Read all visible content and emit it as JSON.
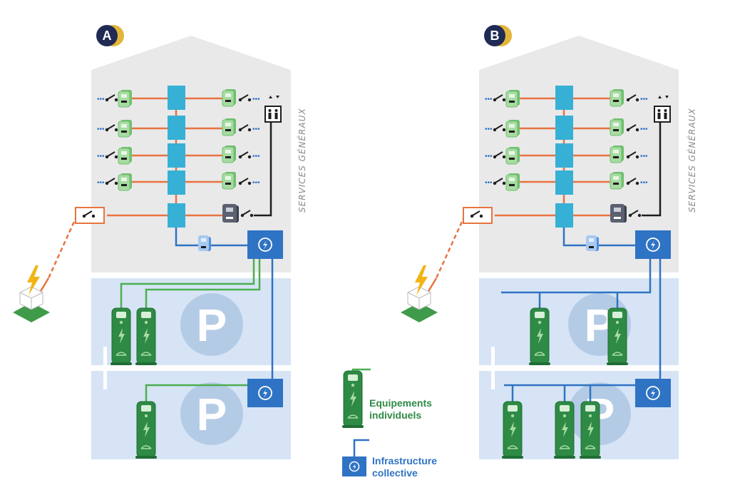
{
  "diagrams": [
    {
      "id": "A",
      "badge": "A",
      "side_label": "SERVICES GÉNÉRAUX",
      "parking_symbol": "P"
    },
    {
      "id": "B",
      "badge": "B",
      "side_label": "SERVICES GÉNÉRAUX",
      "parking_symbol": "P"
    }
  ],
  "legend": {
    "individual": {
      "line1": "Equipements",
      "line2": "individuels"
    },
    "collective": {
      "line1": "Infrastructure",
      "line2": "collective"
    }
  },
  "colors": {
    "building_fill": "#e9e9ea",
    "parking_fill": "#d6e4f5",
    "orange_line": "#e8733f",
    "blue_line": "#2f73c4",
    "green_line": "#4caf50",
    "meter_cyan": "#37b0d6",
    "meter_green": "#8fd08f",
    "charger_green": "#2e8a45",
    "badge_navy": "#1f2a55",
    "badge_gold": "#e3b53a",
    "lightning": "#f2b414"
  },
  "icons": [
    "switch-icon",
    "meter-icon",
    "elevator-icon",
    "lightning-icon",
    "charger-icon",
    "power-box-icon",
    "transformer-icon"
  ]
}
